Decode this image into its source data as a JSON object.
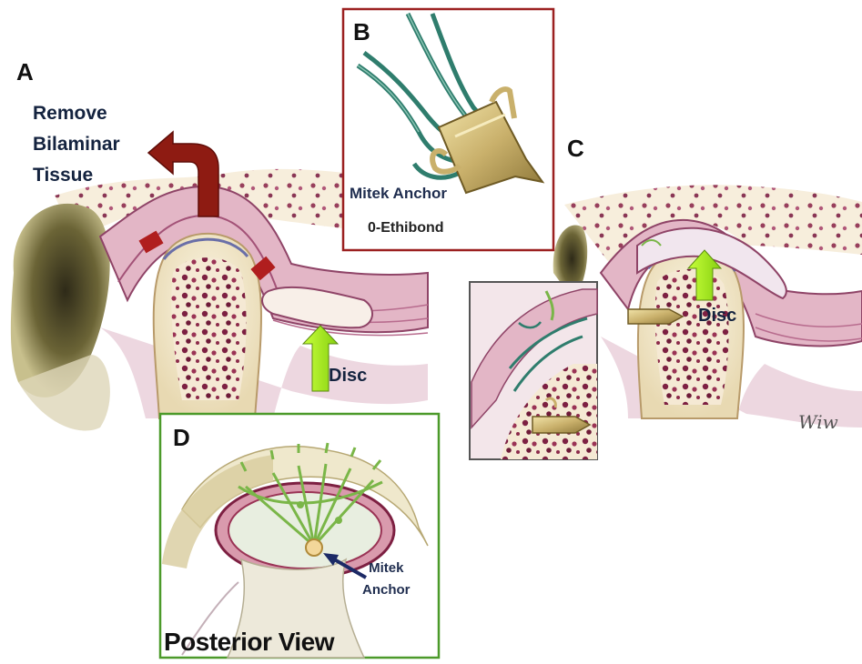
{
  "panels": {
    "a": {
      "letter": "A",
      "action_lines": [
        "Remove",
        "Bilaminar",
        "Tissue"
      ],
      "disc_label": "Disc"
    },
    "b": {
      "letter": "B",
      "anchor_label": "Mitek Anchor",
      "suture_label": "0-Ethibond"
    },
    "c": {
      "letter": "C",
      "disc_label": "Disc"
    },
    "d": {
      "letter": "D",
      "anchor_label_lines": [
        "Mitek",
        "Anchor"
      ],
      "view_label": "Posterior View"
    }
  },
  "signature": "Wiw",
  "colors": {
    "arrow_red": "#8e1b12",
    "disc_arrow_green": "#a6f01a",
    "suture_green": "#7ab648",
    "frame_red": "#9b2020",
    "frame_green": "#4c9a2a",
    "frame_grey": "#555555",
    "tissue_pink": "#d9a7bb",
    "bone_cream": "#f4eccf",
    "marrow_maroon": "#7d2042",
    "anchor_gold": "#c9b06b",
    "thread_teal": "#2f7d6d",
    "pointer_navy": "#1c2a66"
  }
}
